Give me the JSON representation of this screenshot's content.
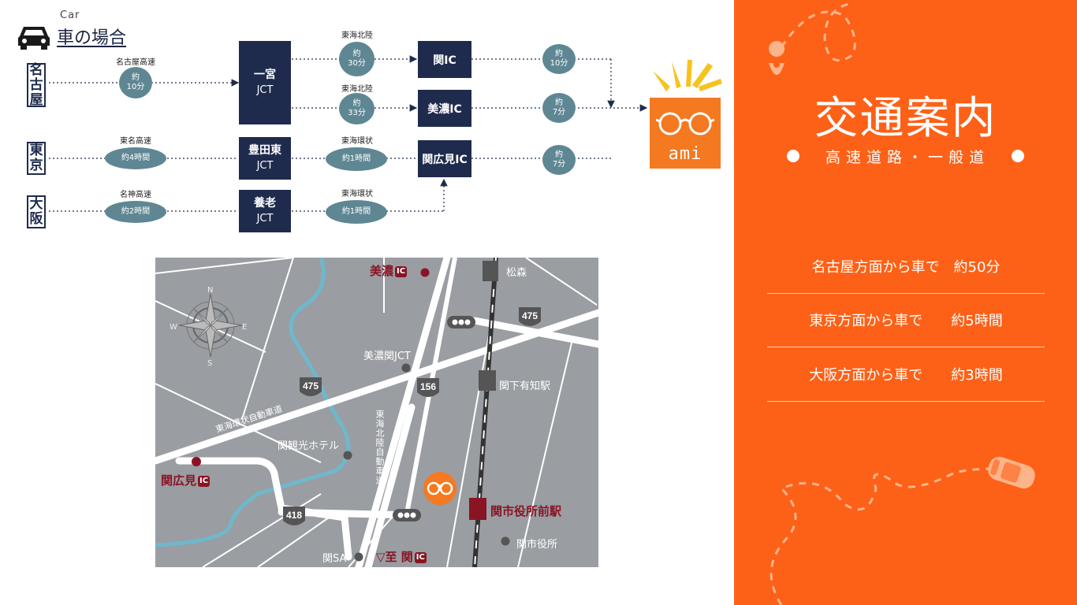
{
  "header": {
    "subtitle": "Car",
    "title": "車の場合",
    "icon": "car-icon"
  },
  "diagram": {
    "cities": [
      "名古屋",
      "東京",
      "大阪"
    ],
    "roads": {
      "nagoya": "名古屋高速",
      "tokyo": "東名高速",
      "osaka": "名神高速",
      "tokai_hokuriku_1": "東海北陸",
      "tokai_hokuriku_2": "東海北陸",
      "tokai_kanjo_1": "東海環状",
      "tokai_kanjo_2": "東海環状"
    },
    "times": {
      "nagoya": [
        "約",
        "10分"
      ],
      "tokyo": "約4時間",
      "osaka": "約2時間",
      "to_seki": [
        "約",
        "30分"
      ],
      "to_mino": [
        "約",
        "33分"
      ],
      "toyotahigashi_to_sekihiromi": "約1時間",
      "yoro_to_sekihiromi": "約1時間",
      "seki_to_ami": [
        "約",
        "10分"
      ],
      "mino_to_ami": [
        "約",
        "7分"
      ],
      "sekihiromi_to_ami": [
        "約",
        "7分"
      ]
    },
    "junctions": {
      "ichinomiya": [
        "一宮",
        "JCT"
      ],
      "toyotahigashi": [
        "豊田東",
        "JCT"
      ],
      "yoro": [
        "養老",
        "JCT"
      ]
    },
    "interchanges": {
      "seki": "関IC",
      "mino": "美濃IC",
      "sekihiromi": "関広見IC"
    },
    "destination": {
      "logo_text": "ami",
      "color": "#f47920"
    }
  },
  "map": {
    "labels": {
      "mino_ic": "美濃",
      "matsumori": "松森",
      "mino_seki_jct": "美濃関JCT",
      "sekishimo_station": "関下有知駅",
      "hotel": "関観光ホテル",
      "sekihiromi_ic": "関広見",
      "city_hall_station": "関市役所前駅",
      "city_hall": "関市役所",
      "seki_sa": "関SA",
      "to_seki_ic": "▽至 関",
      "ic_badge": "IC",
      "tokai_kanjo_road": "東海環状自動車道",
      "tokai_hokuriku_road": "東海北陸自動車道"
    },
    "route_numbers": {
      "r475a": "475",
      "r475b": "475",
      "r156": "156",
      "r418": "418"
    },
    "compass": [
      "N",
      "E",
      "S",
      "W"
    ],
    "colors": {
      "background": "#9a9da2",
      "road": "#ffffff",
      "river": "#6fb8cc",
      "marker": "#8a1423",
      "station_line": "#333333"
    }
  },
  "panel": {
    "title": "交通案内",
    "subtitle": "高速道路・一般道",
    "routes": [
      "名古屋方面から車で　約50分",
      "東京方面から車で　　約5時間",
      "大阪方面から車で　　約3時間"
    ],
    "color": "#fd6117"
  }
}
